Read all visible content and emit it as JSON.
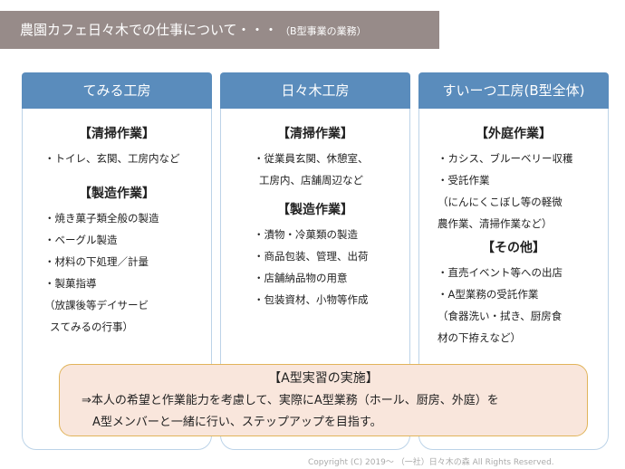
{
  "title": {
    "main": "農園カフェ日々木での仕事について・・・",
    "sub": "（B型事業の業務）"
  },
  "columns": [
    {
      "header": "てみる工房",
      "sections": [
        {
          "heading": "【清掃作業】",
          "items": [
            "・トイレ、玄関、工房内など"
          ]
        },
        {
          "heading": "【製造作業】",
          "items": [
            "・焼き菓子類全般の製造",
            "・ベーグル製造",
            "・材料の下処理／計量",
            "・製菓指導",
            "（放課後等デイサービ",
            "スてみるの行事）"
          ]
        }
      ]
    },
    {
      "header": "日々木工房",
      "sections": [
        {
          "heading": "【清掃作業】",
          "items": [
            "・従業員玄関、休憩室、",
            "工房内、店舗周辺など"
          ]
        },
        {
          "heading": "【製造作業】",
          "items": [
            "・漬物・冷菓類の製造",
            "・商品包装、管理、出荷",
            "・店舗納品物の用意",
            "・包装資材、小物等作成"
          ]
        }
      ]
    },
    {
      "header": "すいーつ工房(B型全体)",
      "sections": [
        {
          "heading": "【外庭作業】",
          "items": [
            "・カシス、ブルーベリー収穫",
            "・受託作業",
            "（にんにくこぼし等の軽微",
            "農作業、清掃作業など）"
          ]
        },
        {
          "heading": "【その他】",
          "items": [
            "・直売イベント等への出店",
            "・A型業務の受託作業",
            "（食器洗い・拭き、厨房食",
            "材の下拵えなど）"
          ]
        }
      ]
    }
  ],
  "note": {
    "title": "【A型実習の実施】",
    "line1": "⇒本人の希望と作業能力を考慮して、実際にA型業務（ホール、厨房、外庭）を",
    "line2": "A型メンバーと一緒に行い、ステップアップを目指す。"
  },
  "copyright": "Copyright (C) 2019～ （一社）日々木の森 All Rights Reserved."
}
